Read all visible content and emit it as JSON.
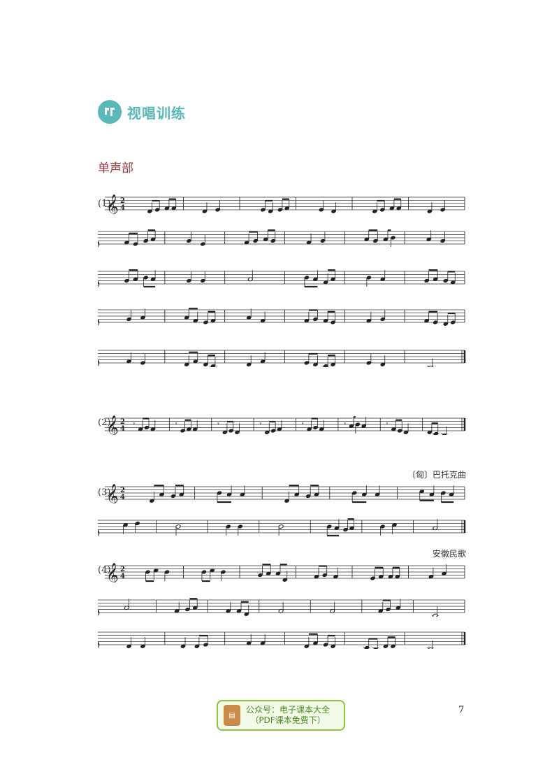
{
  "header": {
    "title": "视唱训练"
  },
  "subheading": "单声部",
  "exercises": {
    "ex1": {
      "label": "(1)",
      "time": [
        "2",
        "4"
      ]
    },
    "ex2": {
      "label": "(2)",
      "time": [
        "2",
        "4"
      ]
    },
    "ex3": {
      "label": "(3)",
      "time": [
        "2",
        "4"
      ],
      "credit": "〔匈〕巴托克曲"
    },
    "ex4": {
      "label": "(4)",
      "time": [
        "2",
        "4"
      ],
      "credit": "安徽民歌"
    }
  },
  "footer": {
    "line1": "公众号：电子课本大全",
    "line2": "（PDF课本免费下）"
  },
  "page_number": "7",
  "colors": {
    "accent": "#58b9b8",
    "subheading": "#a23b3b",
    "footer_green": "#8cc63f"
  },
  "staves": [
    {
      "ex": "ex1",
      "first": true,
      "bars": [
        [
          [
            "n",
            33,
            -1
          ],
          [
            "n",
            44,
            0
          ],
          [
            "n",
            58,
            1
          ],
          [
            "n",
            68,
            1
          ]
        ],
        [
          [
            "q",
            31,
            -1
          ],
          [
            "q",
            50,
            0
          ]
        ],
        [
          [
            "n",
            34,
            0
          ],
          [
            "n",
            45,
            -1
          ],
          [
            "n",
            59,
            0
          ],
          [
            "n",
            69,
            1
          ]
        ],
        [
          [
            "q",
            37,
            0
          ],
          [
            "q",
            55,
            -1
          ]
        ],
        [
          [
            "n",
            33,
            -1
          ],
          [
            "n",
            44,
            0
          ],
          [
            "n",
            58,
            1
          ],
          [
            "n",
            68,
            1
          ]
        ],
        [
          [
            "q",
            31,
            -1
          ],
          [
            "q",
            50,
            0
          ]
        ]
      ]
    },
    {
      "ex": "ex1",
      "first": false,
      "bars": [
        [
          [
            "n",
            30,
            1
          ],
          [
            "n",
            42,
            0
          ],
          [
            "n",
            56,
            2
          ],
          [
            "n",
            66,
            3
          ]
        ],
        [
          [
            "q",
            33,
            2
          ],
          [
            "q",
            52,
            0
          ]
        ],
        [
          [
            "n",
            30,
            1
          ],
          [
            "n",
            42,
            2
          ],
          [
            "n",
            56,
            3
          ],
          [
            "n",
            66,
            2
          ]
        ],
        [
          [
            "q",
            33,
            1
          ],
          [
            "q",
            52,
            2
          ]
        ],
        [
          [
            "n",
            30,
            3
          ],
          [
            "n",
            42,
            2
          ],
          [
            "n",
            56,
            3
          ],
          [
            "n",
            66,
            4
          ]
        ],
        [
          [
            "q",
            33,
            3
          ],
          [
            "q",
            52,
            2
          ]
        ]
      ]
    },
    {
      "ex": "ex1",
      "first": false,
      "bars": [
        [
          [
            "n",
            30,
            2
          ],
          [
            "n",
            42,
            3
          ],
          [
            "n",
            56,
            4
          ],
          [
            "n",
            66,
            3
          ]
        ],
        [
          [
            "q",
            33,
            2
          ],
          [
            "q",
            52,
            2
          ]
        ],
        [
          [
            "h",
            35,
            3
          ]
        ],
        [
          [
            "n",
            30,
            4
          ],
          [
            "n",
            42,
            3
          ],
          [
            "n",
            56,
            1
          ],
          [
            "n",
            66,
            3
          ]
        ],
        [
          [
            "q",
            33,
            4
          ],
          [
            "q",
            52,
            3
          ]
        ],
        [
          [
            "n",
            30,
            2
          ],
          [
            "n",
            42,
            3
          ],
          [
            "n",
            56,
            2
          ],
          [
            "n",
            66,
            1
          ]
        ]
      ]
    },
    {
      "ex": "ex1",
      "first": false,
      "bars": [
        [
          [
            "q",
            33,
            2
          ],
          [
            "q",
            52,
            3
          ]
        ],
        [
          [
            "n",
            30,
            3
          ],
          [
            "n",
            42,
            1
          ],
          [
            "n",
            56,
            0
          ],
          [
            "n",
            66,
            1
          ]
        ],
        [
          [
            "q",
            33,
            3
          ],
          [
            "q",
            52,
            1
          ]
        ],
        [
          [
            "n",
            30,
            1
          ],
          [
            "n",
            42,
            2
          ],
          [
            "n",
            56,
            1
          ],
          [
            "n",
            66,
            0
          ]
        ],
        [
          [
            "q",
            33,
            1
          ],
          [
            "q",
            52,
            2
          ]
        ],
        [
          [
            "n",
            30,
            1
          ],
          [
            "n",
            42,
            0
          ],
          [
            "n",
            56,
            -1
          ],
          [
            "n",
            66,
            0
          ]
        ]
      ]
    },
    {
      "ex": "ex1",
      "first": false,
      "bars": [
        [
          [
            "q",
            33,
            1
          ],
          [
            "q",
            52,
            0
          ]
        ],
        [
          [
            "n",
            30,
            -1
          ],
          [
            "n",
            42,
            1
          ],
          [
            "n",
            56,
            -1
          ],
          [
            "n",
            66,
            -2
          ]
        ],
        [
          [
            "q",
            33,
            -1
          ],
          [
            "q",
            52,
            1
          ]
        ],
        [
          [
            "n",
            30,
            0
          ],
          [
            "n",
            42,
            -1
          ],
          [
            "n",
            56,
            -2
          ],
          [
            "n",
            66,
            -1
          ]
        ],
        [
          [
            "q",
            33,
            0
          ],
          [
            "q",
            52,
            -1
          ]
        ],
        [
          [
            "h",
            35,
            -3
          ]
        ]
      ]
    },
    {
      "ex": "ex2",
      "first": true,
      "bars": [
        [
          [
            "r",
            14,
            0
          ],
          [
            "n",
            26,
            1
          ],
          [
            "n",
            38,
            2
          ],
          [
            "n",
            50,
            1
          ]
        ],
        [
          [
            "r",
            14,
            0
          ],
          [
            "n",
            26,
            0
          ],
          [
            "n",
            38,
            1
          ],
          [
            "n",
            50,
            1
          ]
        ],
        [
          [
            "r",
            14,
            0
          ],
          [
            "n",
            26,
            -1
          ],
          [
            "n",
            38,
            0
          ],
          [
            "n",
            50,
            -1
          ]
        ],
        [
          [
            "r",
            14,
            0
          ],
          [
            "n",
            26,
            -1
          ],
          [
            "n",
            38,
            0
          ],
          [
            "n",
            50,
            1
          ]
        ],
        [
          [
            "r",
            14,
            0
          ],
          [
            "n",
            26,
            1
          ],
          [
            "n",
            38,
            2
          ],
          [
            "n",
            50,
            1
          ]
        ],
        [
          [
            "r",
            14,
            0
          ],
          [
            "n",
            26,
            3
          ],
          [
            "n",
            38,
            4
          ],
          [
            "n",
            50,
            3
          ]
        ],
        [
          [
            "r",
            14,
            0
          ],
          [
            "n",
            26,
            1
          ],
          [
            "n",
            38,
            0
          ],
          [
            "n",
            50,
            -1
          ]
        ],
        [
          [
            "n",
            14,
            -1
          ],
          [
            "n",
            26,
            -2
          ],
          [
            "q",
            42,
            -3
          ]
        ]
      ]
    },
    {
      "ex": "ex3",
      "first": true,
      "bars": [
        [
          [
            "n",
            30,
            -1
          ],
          [
            "n",
            42,
            3
          ],
          [
            "n",
            56,
            2
          ],
          [
            "n",
            66,
            3
          ]
        ],
        [
          [
            "n",
            30,
            4
          ],
          [
            "n",
            42,
            3
          ],
          [
            "q",
            58,
            3
          ]
        ],
        [
          [
            "n",
            30,
            -1
          ],
          [
            "n",
            42,
            3
          ],
          [
            "n",
            56,
            2
          ],
          [
            "n",
            66,
            3
          ]
        ],
        [
          [
            "n",
            30,
            4
          ],
          [
            "n",
            42,
            3
          ],
          [
            "q",
            58,
            3
          ]
        ],
        [
          [
            "n",
            30,
            5
          ],
          [
            "n",
            42,
            3
          ],
          [
            "n",
            56,
            4
          ],
          [
            "n",
            66,
            3
          ]
        ]
      ]
    },
    {
      "ex": "ex3",
      "first": false,
      "bars": [
        [
          [
            "q",
            33,
            5
          ],
          [
            "q",
            52,
            6
          ]
        ],
        [
          [
            "h",
            35,
            4
          ]
        ],
        [
          [
            "q",
            33,
            4
          ],
          [
            "q",
            52,
            4
          ]
        ],
        [
          [
            "h",
            35,
            4
          ]
        ],
        [
          [
            "n",
            30,
            4
          ],
          [
            "n",
            42,
            3
          ],
          [
            "n",
            56,
            2
          ],
          [
            "n",
            66,
            3
          ]
        ],
        [
          [
            "q",
            33,
            4
          ],
          [
            "q",
            52,
            5
          ]
        ],
        [
          [
            "h",
            35,
            3
          ]
        ]
      ]
    },
    {
      "ex": "ex4",
      "first": true,
      "bars": [
        [
          [
            "n",
            30,
            4
          ],
          [
            "n",
            42,
            5
          ],
          [
            "q",
            58,
            4
          ]
        ],
        [
          [
            "n",
            30,
            4
          ],
          [
            "n",
            42,
            5
          ],
          [
            "q",
            58,
            4
          ]
        ],
        [
          [
            "n",
            30,
            2
          ],
          [
            "n",
            42,
            3
          ],
          [
            "n",
            56,
            3
          ],
          [
            "n",
            66,
            -1
          ]
        ],
        [
          [
            "n",
            30,
            1
          ],
          [
            "n",
            42,
            2
          ],
          [
            "q",
            58,
            1
          ]
        ],
        [
          [
            "n",
            30,
            0
          ],
          [
            "n",
            42,
            1
          ],
          [
            "n",
            56,
            1
          ],
          [
            "n",
            66,
            1
          ]
        ],
        [
          [
            "q",
            33,
            1
          ],
          [
            "q",
            52,
            3
          ]
        ]
      ]
    },
    {
      "ex": "ex4",
      "first": false,
      "bars": [
        [
          [
            "h",
            35,
            3
          ]
        ],
        [
          [
            "q",
            33,
            1
          ],
          [
            "n",
            50,
            2
          ],
          [
            "n",
            62,
            3
          ]
        ],
        [
          [
            "q",
            33,
            1
          ],
          [
            "n",
            50,
            1
          ],
          [
            "n",
            62,
            -1
          ]
        ],
        [
          [
            "h",
            35,
            1
          ]
        ],
        [
          [
            "h",
            35,
            1
          ]
        ],
        [
          [
            "n",
            30,
            1
          ],
          [
            "n",
            42,
            2
          ],
          [
            "q",
            58,
            3
          ]
        ],
        [
          [
            "h",
            35,
            -2
          ]
        ]
      ]
    },
    {
      "ex": "ex4",
      "first": false,
      "bars": [
        [
          [
            "q",
            33,
            -1
          ],
          [
            "q",
            52,
            -1
          ]
        ],
        [
          [
            "q",
            25,
            -1
          ],
          [
            "n",
            44,
            -1
          ],
          [
            "n",
            56,
            0
          ]
        ],
        [
          [
            "q",
            33,
            1
          ],
          [
            "q",
            52,
            1
          ]
        ],
        [
          [
            "n",
            30,
            -1
          ],
          [
            "n",
            42,
            1
          ],
          [
            "n",
            56,
            0
          ],
          [
            "n",
            66,
            -1
          ]
        ],
        [
          [
            "n",
            30,
            -2
          ],
          [
            "n",
            42,
            -3
          ],
          [
            "n",
            56,
            -1
          ],
          [
            "n",
            66,
            -1
          ]
        ],
        [
          [
            "h",
            35,
            -3
          ]
        ]
      ]
    }
  ]
}
